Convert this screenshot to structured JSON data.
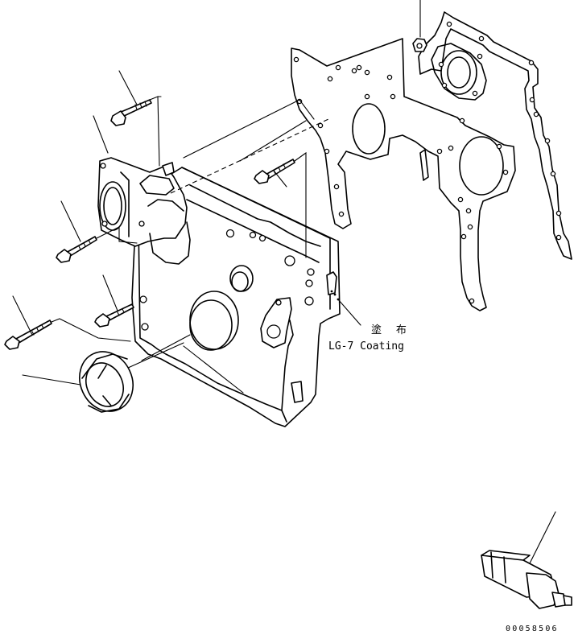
{
  "diagram": {
    "notes": {
      "coating_cn": "塗 布",
      "coating_en": "LG-7 Coating"
    },
    "drawing_number": "00058506"
  }
}
